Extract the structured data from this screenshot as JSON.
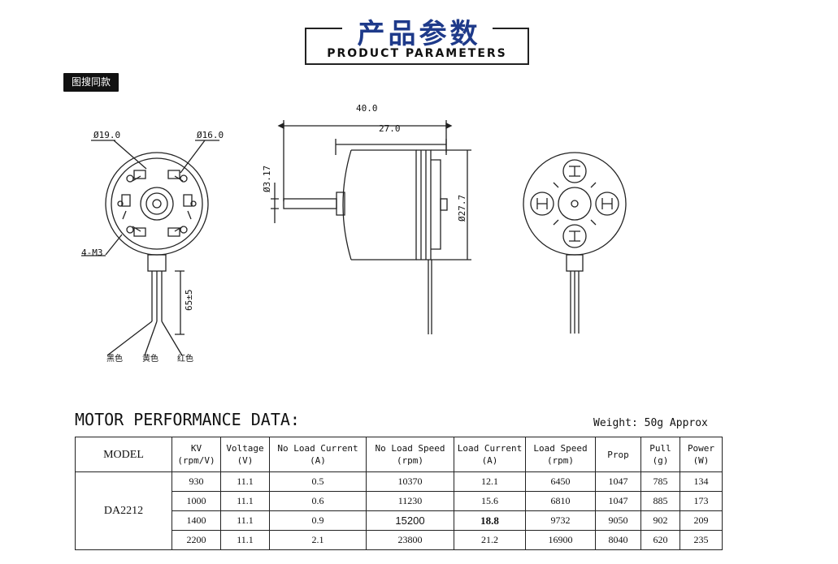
{
  "header": {
    "title_cn": "产品参数",
    "title_en": "PRODUCT PARAMETERS"
  },
  "badge": "图搜同款",
  "drawing": {
    "dia_19": "Ø19.0",
    "dia_16": "Ø16.0",
    "screws": "4-M3",
    "lead_len": "65±5",
    "wire_black": "黑色",
    "wire_yellow": "黄色",
    "wire_red": "红色",
    "len_40": "40.0",
    "len_27": "27.0",
    "shaft_dia": "Ø3.17",
    "body_dia": "Ø27.7"
  },
  "performance": {
    "title": "MOTOR PERFORMANCE DATA:",
    "weight": "Weight: 50g Approx",
    "headers": {
      "model": "MODEL",
      "kv": "KV",
      "kv_unit": "(rpm/V)",
      "voltage": "Voltage",
      "voltage_unit": "(V)",
      "nl_current": "No Load Current",
      "nl_current_unit": "(A)",
      "nl_speed": "No Load Speed",
      "nl_speed_unit": "(rpm)",
      "l_current": "Load Current",
      "l_current_unit": "(A)",
      "l_speed": "Load Speed",
      "l_speed_unit": "(rpm)",
      "prop": "Prop",
      "pull": "Pull",
      "pull_unit": "(g)",
      "power": "Power",
      "power_unit": "(W)"
    },
    "model": "DA2212",
    "rows": [
      {
        "kv": "930",
        "voltage": "11.1",
        "nl_current": "0.5",
        "nl_speed": "10370",
        "l_current": "12.1",
        "l_speed": "6450",
        "prop": "1047",
        "pull": "785",
        "power": "134"
      },
      {
        "kv": "1000",
        "voltage": "11.1",
        "nl_current": "0.6",
        "nl_speed": "11230",
        "l_current": "15.6",
        "l_speed": "6810",
        "prop": "1047",
        "pull": "885",
        "power": "173"
      },
      {
        "kv": "1400",
        "voltage": "11.1",
        "nl_current": "0.9",
        "nl_speed": "15200",
        "l_current": "18.8",
        "l_speed": "9732",
        "prop": "9050",
        "pull": "902",
        "power": "209"
      },
      {
        "kv": "2200",
        "voltage": "11.1",
        "nl_current": "2.1",
        "nl_speed": "23800",
        "l_current": "21.2",
        "l_speed": "16900",
        "prop": "8040",
        "pull": "620",
        "power": "235"
      }
    ]
  }
}
